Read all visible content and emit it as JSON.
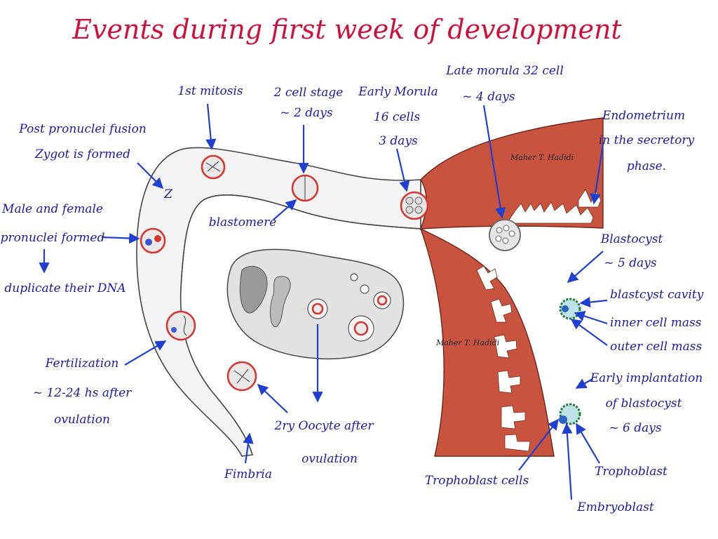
{
  "title": "Events during first week of development",
  "watermark": "Maher T. Hadidi",
  "labels": {
    "first_mitosis": "1st mitosis",
    "two_cell_1": "2 cell stage",
    "two_cell_2": "~ 2 days",
    "early_morula_1": "Early Morula",
    "early_morula_2": "16 cells",
    "early_morula_3": "3 days",
    "late_morula_1": "Late morula 32 cell",
    "late_morula_2": "~ 4 days",
    "endometrium_1": "Endometrium",
    "endometrium_2": "in the secretory",
    "endometrium_3": "phase.",
    "post_fusion_1": "Post pronuclei fusion",
    "post_fusion_2": "Zygot is formed",
    "z_marker": "Z",
    "pronuclei_1": "Male and female",
    "pronuclei_2": "pronuclei formed",
    "pronuclei_3": "duplicate their DNA",
    "blastomere": "blastomere",
    "blastocyst_1": "Blastocyst",
    "blastocyst_2": "~ 5 days",
    "blastocyst_cavity": "blastcyst cavity",
    "inner_cell_mass": "inner cell mass",
    "outer_cell_mass": "outer cell mass",
    "fertilization_1": "Fertilization",
    "fertilization_2": "~ 12-24 hs after",
    "fertilization_3": "ovulation",
    "early_implantation_1": "Early implantation",
    "early_implantation_2": "of blastocyst",
    "early_implantation_3": "~ 6 days",
    "oocyte_1": "2ry Oocyte after",
    "oocyte_2": "ovulation",
    "fimbria": "Fimbria",
    "trophoblast_cells": "Trophoblast cells",
    "trophoblast": "Trophoblast",
    "embryoblast": "Embryoblast"
  },
  "colors": {
    "title": "#d0103a",
    "label": "#1a1aa6",
    "arrow": "#1f3fd0",
    "cell_ring": "#d8352e",
    "muscle": "#c8543f"
  }
}
